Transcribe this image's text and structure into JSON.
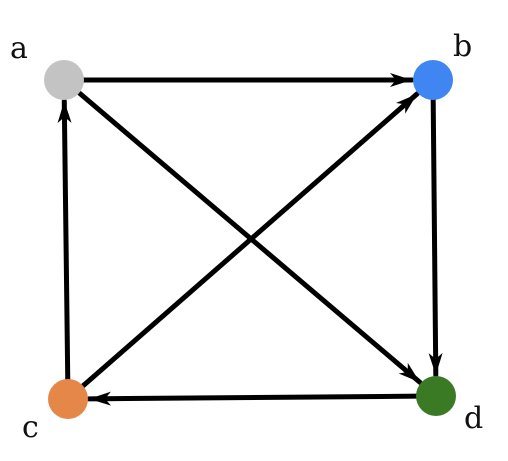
{
  "graph": {
    "directed": true,
    "nodes": [
      {
        "id": "a",
        "label": "a",
        "color": "#c3c3c3"
      },
      {
        "id": "b",
        "label": "b",
        "color": "#3f86f2"
      },
      {
        "id": "c",
        "label": "c",
        "color": "#e58748"
      },
      {
        "id": "d",
        "label": "d",
        "color": "#3a7a25"
      }
    ],
    "edges": [
      {
        "from": "a",
        "to": "b"
      },
      {
        "from": "a",
        "to": "d"
      },
      {
        "from": "b",
        "to": "d"
      },
      {
        "from": "c",
        "to": "a"
      },
      {
        "from": "c",
        "to": "b"
      },
      {
        "from": "d",
        "to": "c"
      }
    ],
    "edge_color": "#000000"
  }
}
